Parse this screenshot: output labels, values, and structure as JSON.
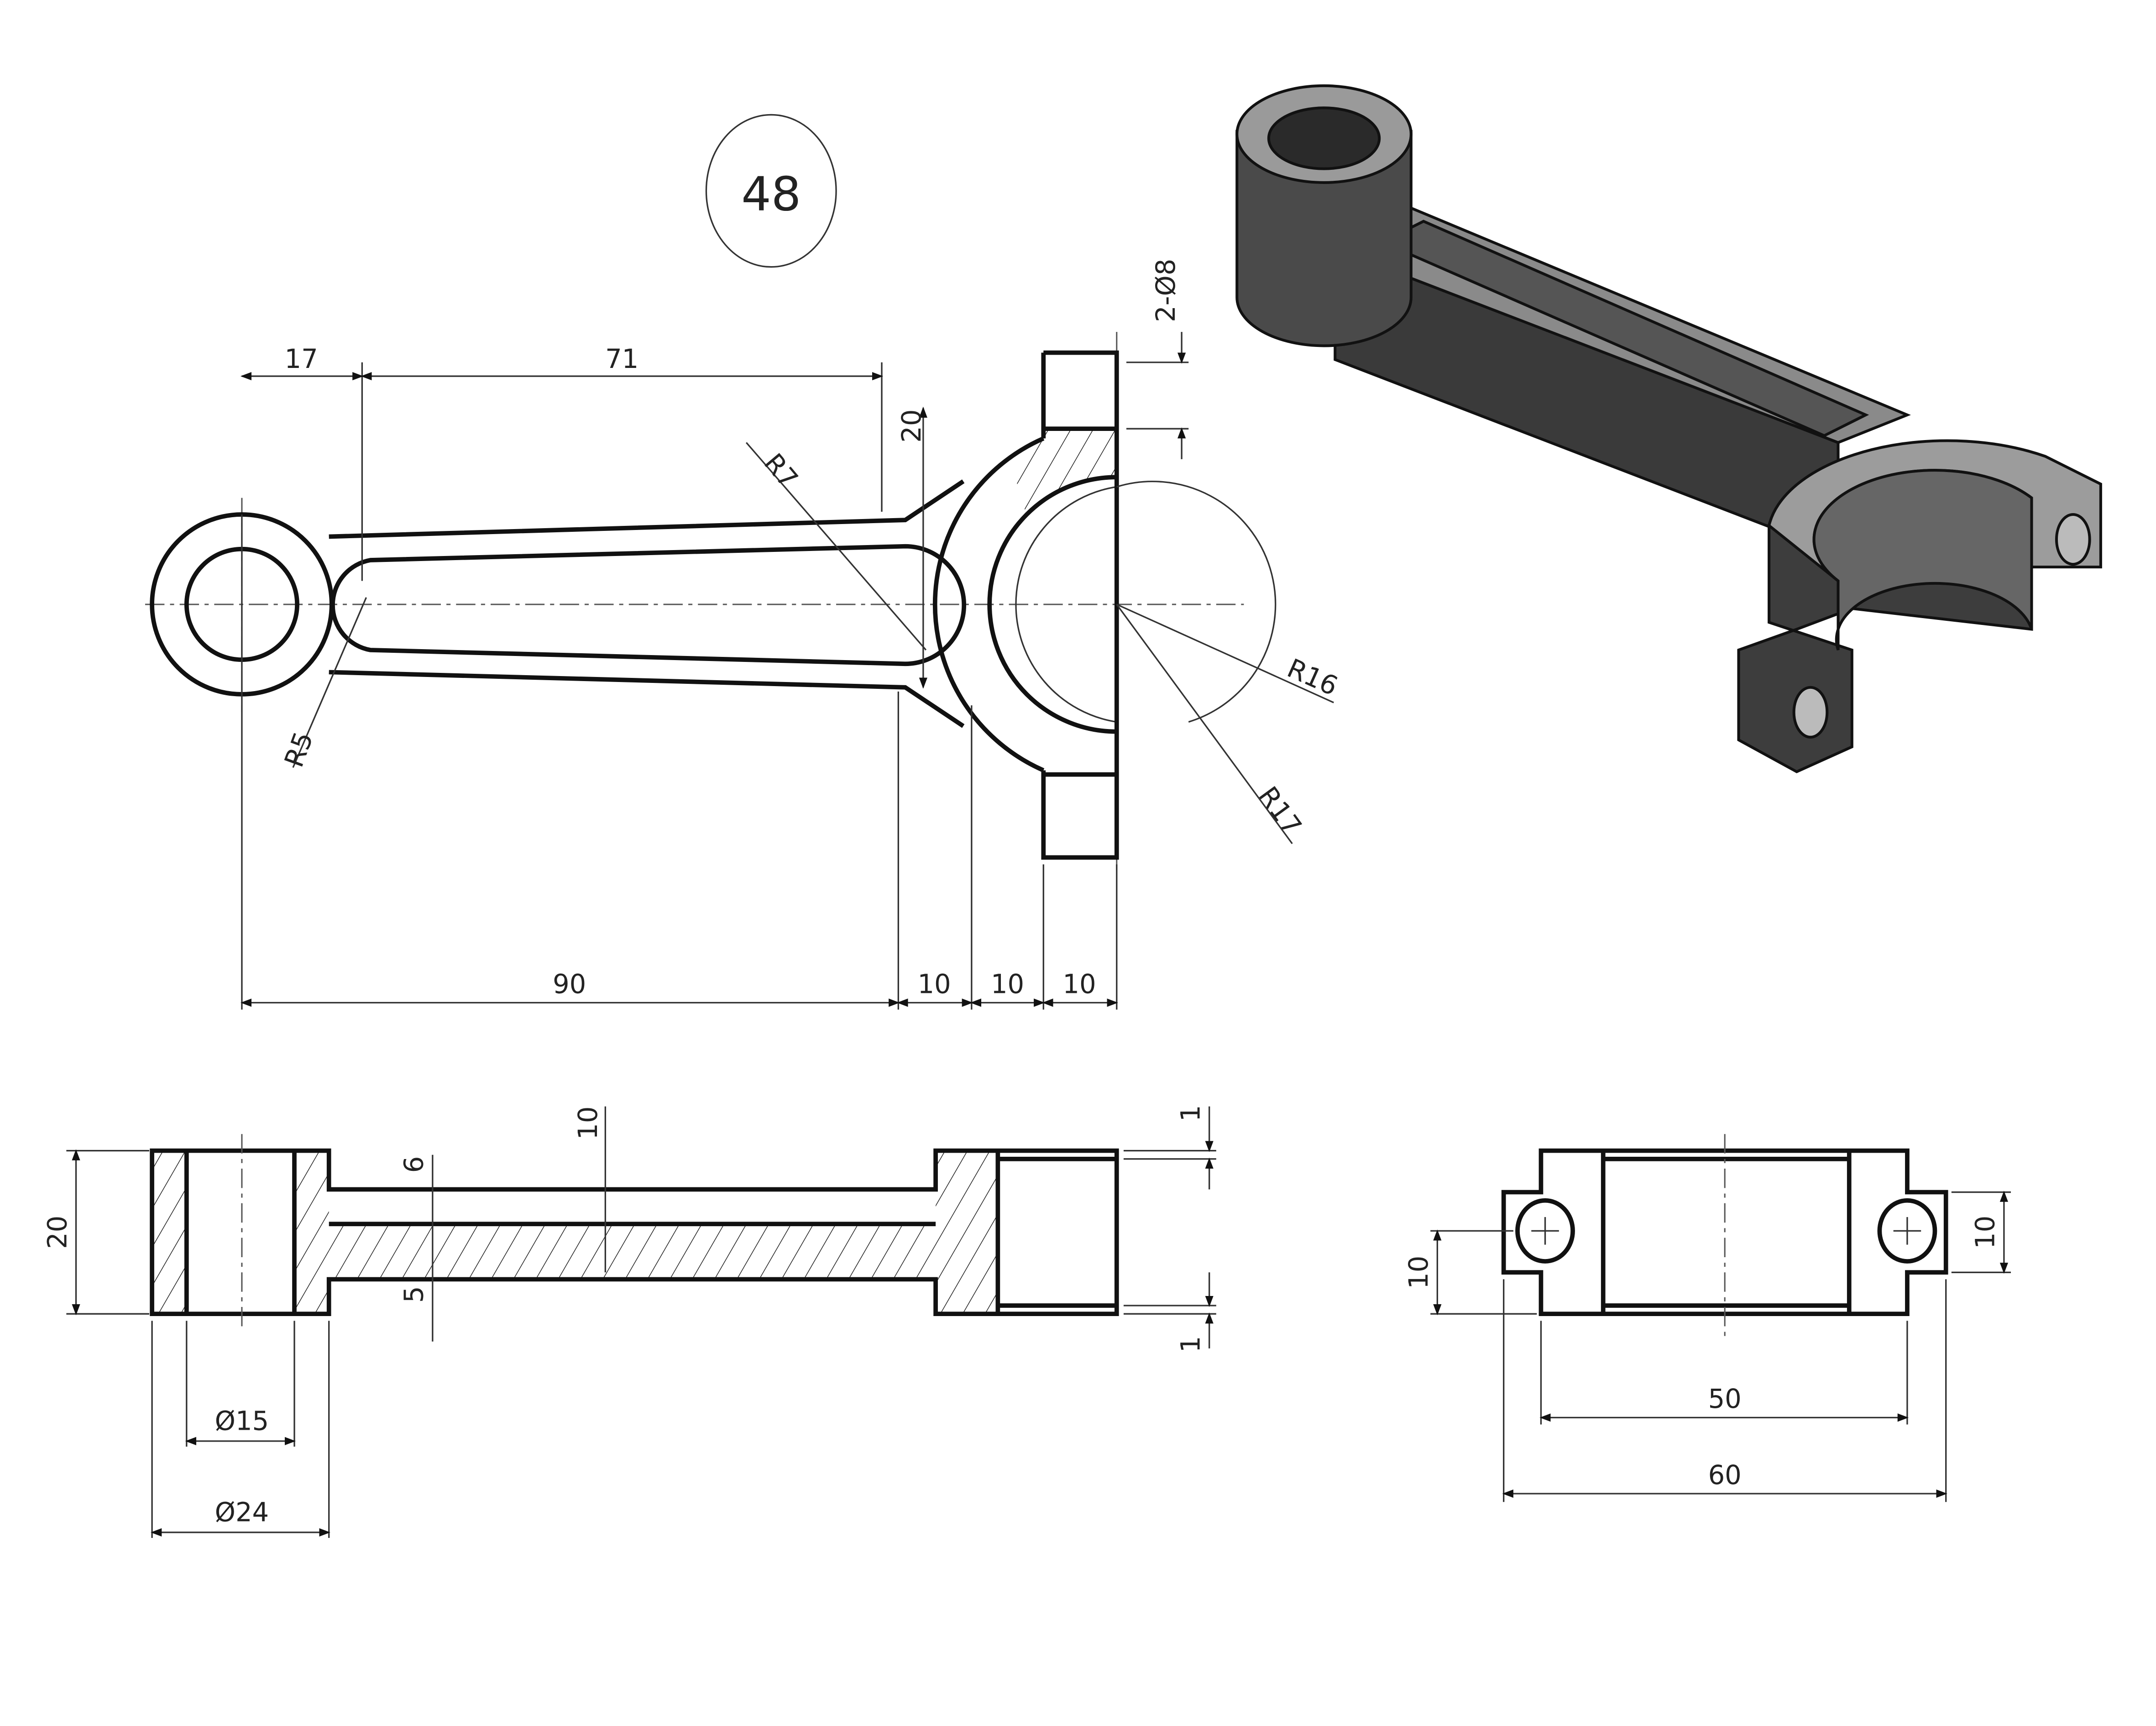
{
  "drawing_number": "48",
  "top_view": {
    "dims": {
      "d17": "17",
      "d71": "71",
      "d90": "90",
      "d10a": "10",
      "d10b": "10",
      "d10c": "10",
      "d20": "20",
      "holes": "2-Ø8"
    },
    "radii": {
      "r7": "R7",
      "r5": "R5",
      "r16": "R16",
      "r17": "R17"
    }
  },
  "front_section": {
    "dims": {
      "height": "20",
      "bore": "Ø15",
      "boss": "Ø24",
      "d6": "6",
      "d5": "5",
      "d10": "10",
      "d1_top": "1",
      "d1_bottom": "1"
    }
  },
  "side_view": {
    "dims": {
      "d50": "50",
      "d60": "60",
      "d10_left": "10",
      "d10_right": "10"
    }
  },
  "colors": {
    "line": "#111111",
    "shade_dark": "#3a3a3a",
    "shade_mid": "#6e6e6e",
    "shade_light": "#a8a8a8"
  }
}
